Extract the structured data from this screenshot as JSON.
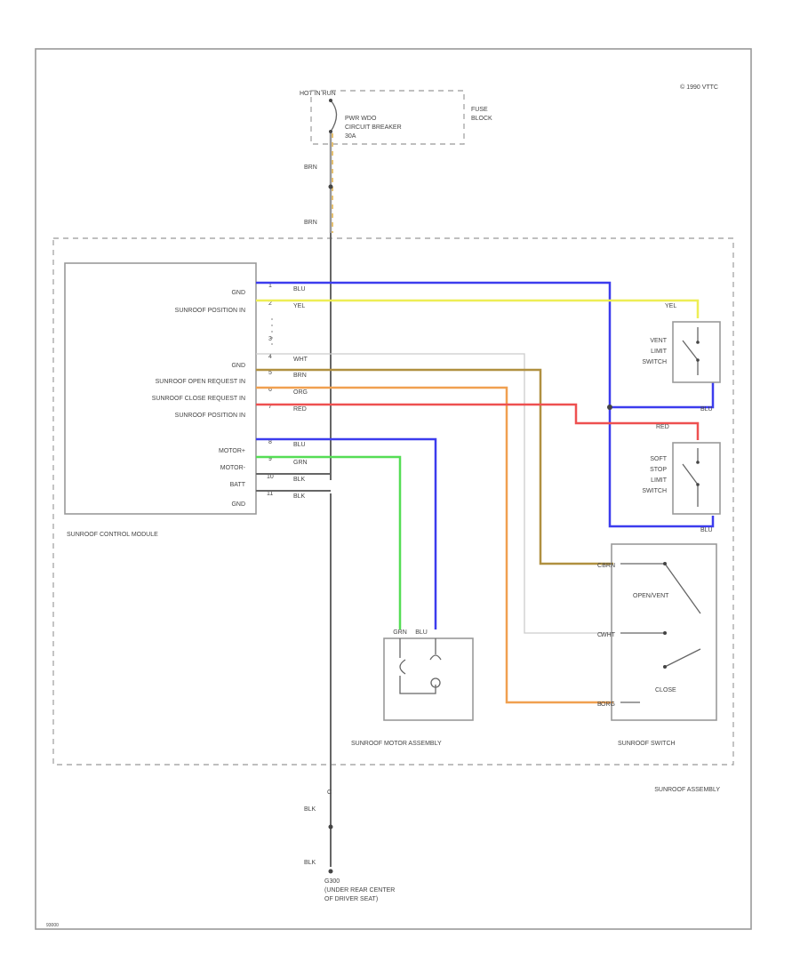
{
  "diagram": {
    "copyright": "© 1990 VTTC",
    "fuse": {
      "hot_label": "HOT IN RUN",
      "breaker_lines": [
        "PWR WDO",
        "CIRCUIT BREAKER",
        "30A"
      ],
      "fuse_block_lines": [
        "FUSE",
        "BLOCK"
      ]
    },
    "wire_labels": {
      "brn_upper": "BRN",
      "brn_lower": "BRN",
      "blk_gnd_upper": "BLK",
      "blk_gnd_lower": "BLK",
      "blu_1": "BLU",
      "yel_2": "YEL",
      "wht_4": "WHT",
      "brn_5": "BRN",
      "org_6": "ORG",
      "red_7": "RED",
      "blu_8": "BLU",
      "grn_9": "GRN",
      "blk_10": "BLK",
      "blk_11": "BLK",
      "yel_right": "YEL",
      "blu_vent": "BLU",
      "red_right": "RED",
      "blu_soft": "BLU",
      "brn_sw": "BRN",
      "wht_sw": "WHT",
      "org_sw": "ORG",
      "motor_grn": "GRN",
      "motor_blu": "BLU"
    },
    "pins": {
      "p1": "1",
      "p2": "2",
      "p3": "3",
      "p4": "4",
      "p5": "5",
      "p6": "6",
      "p7": "7",
      "p8": "8",
      "p9": "9",
      "p10": "10",
      "p11": "11",
      "sw_brn": "C",
      "sw_wht": "C",
      "sw_org": "B",
      "ground_pin": "C"
    },
    "module": {
      "name": "SUNROOF CONTROL MODULE",
      "inputs": [
        "GND",
        "SUNROOF POSITION IN",
        "GND",
        "SUNROOF OPEN REQUEST IN",
        "SUNROOF CLOSE REQUEST IN",
        "SUNROOF POSITION IN",
        "MOTOR+",
        "MOTOR-",
        "BATT",
        "GND"
      ]
    },
    "vent_switch_lines": [
      "VENT",
      "LIMIT",
      "SWITCH"
    ],
    "soft_switch_lines": [
      "SOFT",
      "STOP",
      "LIMIT",
      "SWITCH"
    ],
    "sunroof_switch": {
      "name": "SUNROOF SWITCH",
      "open_label": "OPEN/VENT",
      "close_label": "CLOSE"
    },
    "motor_assembly": "SUNROOF MOTOR ASSEMBLY",
    "assembly": "SUNROOF ASSEMBLY",
    "ground": {
      "id": "G300",
      "lines": [
        "(UNDER REAR CENTER",
        "OF DRIVER SEAT)"
      ]
    },
    "figure_id": "93000"
  },
  "colors": {
    "blu": "#3c3cee",
    "yel": "#eeee55",
    "brn": "#b09040",
    "org": "#f0a050",
    "red": "#ee5050",
    "grn": "#55dd55",
    "blk": "#555555",
    "wht": "#cccccc"
  }
}
